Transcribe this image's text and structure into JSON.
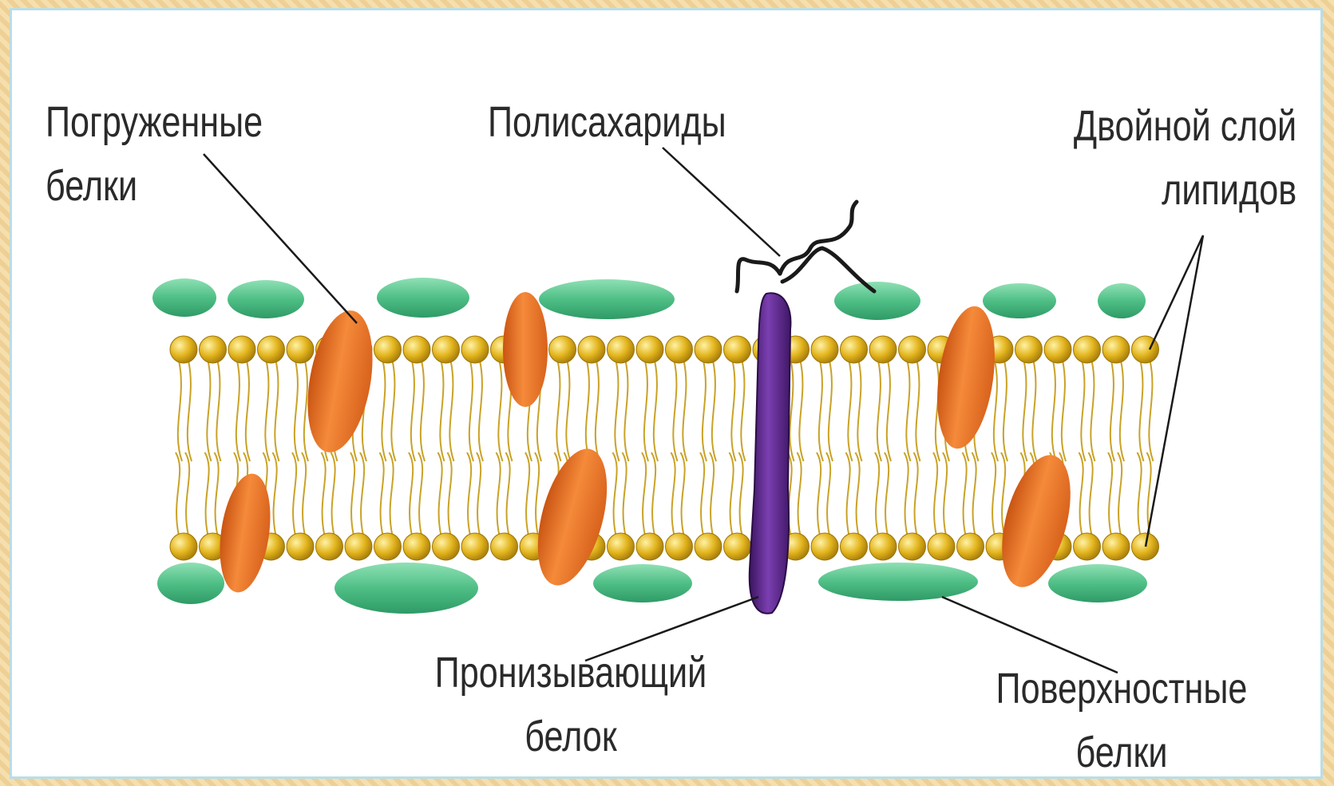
{
  "labels": {
    "embedded_proteins": {
      "line1": "Погруженные",
      "line2": "белки"
    },
    "polysaccharides": {
      "line1": "Полисахариды"
    },
    "lipid_bilayer": {
      "line1": "Двойной слой",
      "line2": "липидов"
    },
    "penetrating_protein": {
      "line1": "Пронизывающий",
      "line2": "белок"
    },
    "surface_proteins": {
      "line1": "Поверхностные",
      "line2": "белки"
    }
  },
  "colors": {
    "frame_border": "#b9dde8",
    "lipid_head": "#e3b51e",
    "lipid_tail": "#c9a227",
    "surface_protein": "#5cc48f",
    "embedded_protein": "#f07a2a",
    "penetrating_protein": "#5c2a8a",
    "polysaccharide_chain": "#1a1a1a"
  }
}
